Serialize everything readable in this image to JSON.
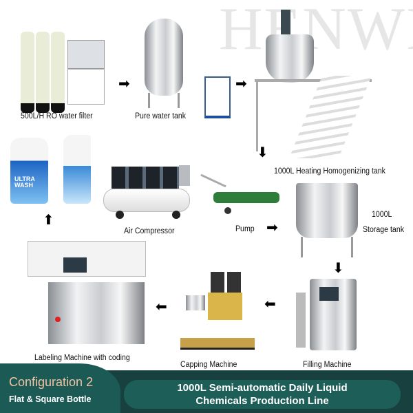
{
  "watermark": "HENWI",
  "labels": {
    "ro_filter": "500L/H RO water filter",
    "pure_tank": "Pure water tank",
    "homogenizing": "1000L Heating Homogenizing tank",
    "air_compressor": "Air Compressor",
    "pump": "Pump",
    "storage_volume": "1000L",
    "storage_tank": "Storage tank",
    "labeling": "Labeling Machine with coding",
    "capping": "Capping Machine",
    "filling": "Filling Machine"
  },
  "bottles": {
    "brand": "ULTRA WASH"
  },
  "banner": {
    "configuration": "Configuration 2",
    "bottle_type": "Flat & Square Bottle",
    "title_line1": "1000L Semi-automatic Daily Liquid",
    "title_line2": "Chemicals Production Line"
  },
  "colors": {
    "banner_dark": "#17403f",
    "banner_teal": "#1e5e58",
    "config_text": "#f3c3a3"
  }
}
